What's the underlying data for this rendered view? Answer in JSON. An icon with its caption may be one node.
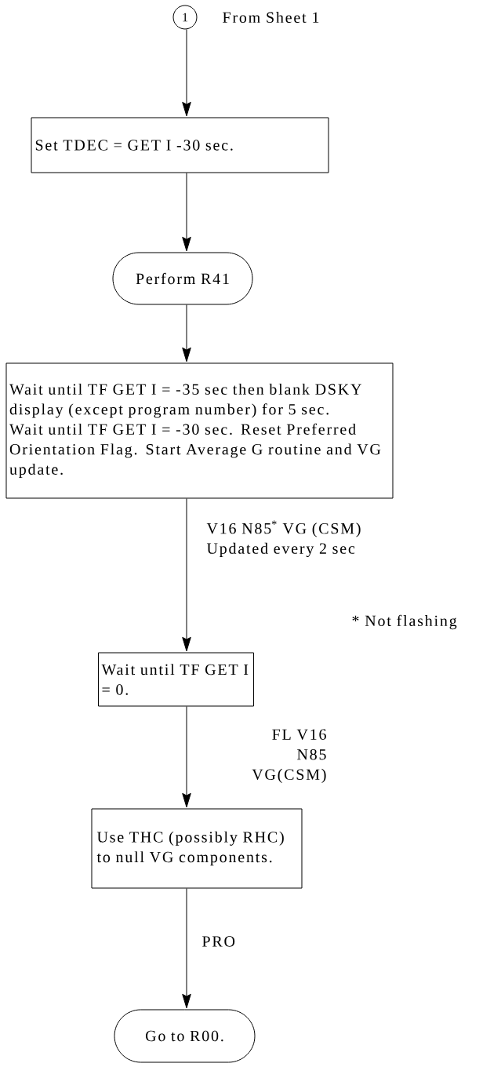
{
  "diagram": {
    "nodes": [
      {
        "text": [
          "1"
        ],
        "beside": [
          "From Sheet 1"
        ]
      },
      {
        "text": [
          "Set TDEC = GET I -30 sec."
        ]
      },
      {
        "text": [
          "Perform R41"
        ]
      },
      {
        "text": [
          "Wait until TF GET I = -35 sec then blank DSKY display (except program number) for 5 sec. Wait until TF GET I = -30 sec. Reset Preferred Orientation Flag. Start Average G routine and VG update."
        ]
      },
      {
        "text": [
          "Wait until TF GET I = 0."
        ]
      },
      {
        "text": [
          "Use THC (possibly RHC) to null VG components."
        ]
      },
      {
        "text": [
          "Go to R00."
        ]
      }
    ],
    "edges": [
      {
        "from": 0,
        "to": 1,
        "arrow": "to"
      },
      {
        "from": 1,
        "to": 2,
        "arrow": "to"
      },
      {
        "from": 2,
        "to": 3,
        "arrow": "to"
      },
      {
        "from": 3,
        "to": 4,
        "arrow": "to",
        "label": "V16 N85$^{*}$ VG (CSM) Updated every 2 sec"
      },
      {
        "from": 4,
        "to": 5,
        "arrow": "to",
        "label": "FL V16 N85 VG(CSM)"
      },
      {
        "from": 5,
        "to": 6,
        "arrow": "to",
        "label": "PRO"
      }
    ],
    "labels": [
      "* Not flashing"
    ]
  }
}
